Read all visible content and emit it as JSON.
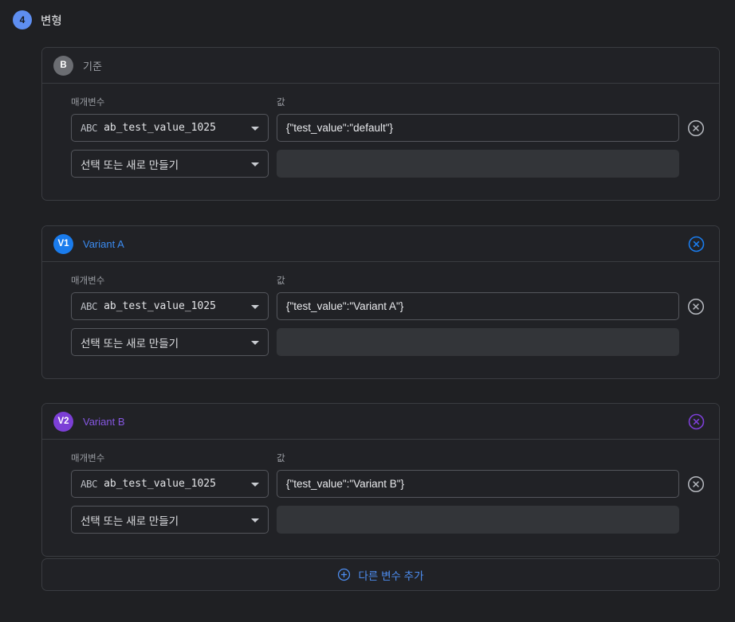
{
  "step": {
    "number": "4",
    "title": "변형"
  },
  "labels": {
    "parameter": "매개변수",
    "value": "값",
    "select_placeholder": "선택 또는 새로 만들기",
    "type_prefix": "ABC"
  },
  "colors": {
    "background": "#1f2023",
    "card": "#212226",
    "card_border": "#3a3c41",
    "accent_blue": "#1a7ced",
    "accent_purple": "#7c3fd6",
    "badge_gray": "#6b6d72",
    "step_badge_blue": "#5e8ef0",
    "link_blue": "#4d8df0",
    "input_filled_gray": "#333539"
  },
  "variants": [
    {
      "badge": "B",
      "badge_style": "base",
      "name": "기준",
      "removable": false,
      "rows": [
        {
          "param_prefix": "ABC",
          "param": "ab_test_value_1025",
          "value": "{\"test_value\":\"default\"}",
          "value_state": "filled",
          "deletable": true
        },
        {
          "param_prefix": "",
          "param": "선택 또는 새로 만들기",
          "value": "",
          "value_state": "blank",
          "deletable": false
        }
      ]
    },
    {
      "badge": "V1",
      "badge_style": "v1",
      "name": "Variant A",
      "removable": true,
      "rows": [
        {
          "param_prefix": "ABC",
          "param": "ab_test_value_1025",
          "value": "{\"test_value\":\"Variant A\"}",
          "value_state": "filled",
          "deletable": true
        },
        {
          "param_prefix": "",
          "param": "선택 또는 새로 만들기",
          "value": "",
          "value_state": "blank",
          "deletable": false
        }
      ]
    },
    {
      "badge": "V2",
      "badge_style": "v2",
      "name": "Variant B",
      "removable": true,
      "rows": [
        {
          "param_prefix": "ABC",
          "param": "ab_test_value_1025",
          "value": "{\"test_value\":\"Variant B\"}",
          "value_state": "filled",
          "deletable": true
        },
        {
          "param_prefix": "",
          "param": "선택 또는 새로 만들기",
          "value": "",
          "value_state": "blank",
          "deletable": false
        }
      ]
    }
  ],
  "add_variable": {
    "label": "다른 변수 추가",
    "icon": "plus-circle-icon"
  }
}
